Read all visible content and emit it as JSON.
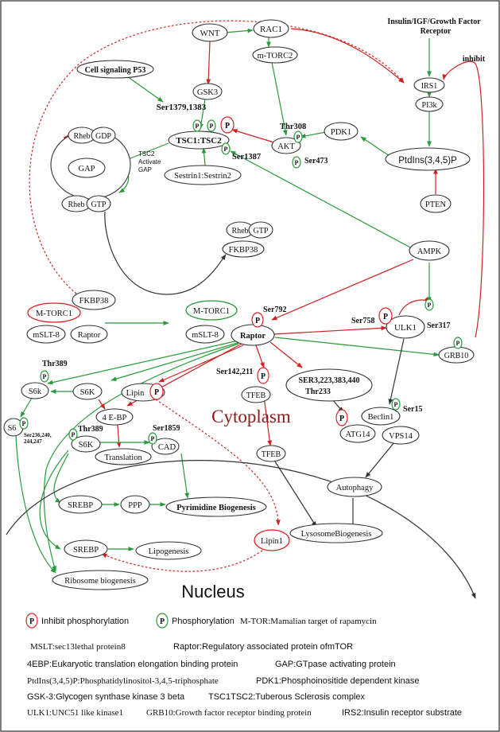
{
  "nodes": {
    "wnt": "WNT",
    "rac1": "RAC1",
    "mtorc2": "m-TORC2",
    "p53": "Cell signaling P53",
    "gsk3": "GSK3",
    "ser1379": "Ser1379,1383",
    "receptor_line1": "Insulin/IGF/Growth Factor",
    "receptor_line2": "Receptor",
    "inhibit": "inhibit",
    "irs1": "IRS1",
    "pi3k": "PI3k",
    "thr308": "Thr308",
    "pdk1": "PDK1",
    "akt": "AKT",
    "ser473": "Ser473",
    "ptdins": "PtdIns(3,4,5)P",
    "rheb_gdp_a": "Rheb",
    "rheb_gdp_b": "GDP",
    "tsc2_a": "TSC2",
    "tsc2_b": "Activate",
    "tsc2_c": "GAP",
    "gap": "GAP",
    "rheb_gtp_a": "Rheb",
    "rheb_gtp_b": "GTP",
    "tsc1tsc2": "TSC1:TSC2",
    "ser1387": "Ser1387",
    "sestrin": "Sestrin1:Sestrin2",
    "pten": "PTEN",
    "rheb2_a": "Rheb",
    "rheb2_b": "GTP",
    "fkbp38_top": "FKBP38",
    "ampk": "AMPK",
    "fkbp38_left": "FKBP38",
    "mtorc1_left": "M-TORC1",
    "mslt8_left": "mSLT-8",
    "raptor_left": "Raptor",
    "mtorc1_right": "M-TORC1",
    "mslt8_right": "mSLT-8",
    "raptor_right": "Raptor",
    "ser792": "Ser792",
    "ser758": "Ser758",
    "ulk1": "ULK1",
    "ser317": "Ser317",
    "grb10": "GRB10",
    "thr389_top": "Thr389",
    "s6k_left": "S6k",
    "s6k_mid": "S6K",
    "lipin": "Lipin",
    "ser142": "Ser142,211",
    "tfeb_top": "TFEB",
    "ser3": "SER3,223,383,440",
    "thr233": "Thr233",
    "cytoplasm": "Cytoplasm",
    "s6": "S6",
    "s6_sites_a": "Ser236,240,",
    "s6_sites_b": "244,247",
    "ebp": "4 E-BP",
    "thr389_low": "Thr389",
    "s6k_low": "S6K",
    "ser1859": "Ser1859",
    "cad": "CAD",
    "translation": "Translation",
    "tfeb_low": "TFEB",
    "beclin1": "Beclin1",
    "ser15": "Ser15",
    "atg14": "ATG14",
    "vps14": "VPS14",
    "srebp_top": "SREBP",
    "ppp": "PPP",
    "pyrimidine": "Pyrimidine Biogenesis",
    "autophagy": "Autophagy",
    "lysosome": "LysosomeBiogenesis",
    "lipin1": "Lipin1",
    "srebp_low": "SREBP",
    "lipogenesis": "Lipogenesis",
    "ribosome": "Ribosome biogenesis",
    "nucleus": "Nucleus"
  },
  "legend": {
    "inhibit_label": "Inhibit phosphorylation",
    "phos_label": "Phosphorylation",
    "mtor_def": "M-TOR:Mamalian target of rapamycin",
    "mslt_def": "MSLT:sec13lethal protein8",
    "raptor_def": "Raptor:Regulatory associated protein ofmTOR",
    "ebp_def": "4EBP:Eukaryotic translation elongation binding protein",
    "gap_def": "GAP:GTpase activating protein",
    "ptdins_def": "PtdIns(3,4,5)P:Phosphatidylinositol-3,4,5-triphosphate",
    "pdk1_def": "PDK1:Phosphoinositide dependent kinase",
    "gsk_def": "GSK-3:Glycogen synthase kinase 3 beta",
    "tsc_def": "TSC1TSC2:Tuberous Sclerosis complex",
    "ulk_def": "ULK1:UNC51 like kinase1",
    "grb_def": "GRB10:Growth factor receptor binding protein",
    "irs_def": "IRS2:Insulin receptor substrate"
  },
  "p_symbol": "P",
  "colors": {
    "activation": "#2a9a3a",
    "inhibition": "#d02020",
    "cytoplasm_text": "#8b1a1a"
  }
}
